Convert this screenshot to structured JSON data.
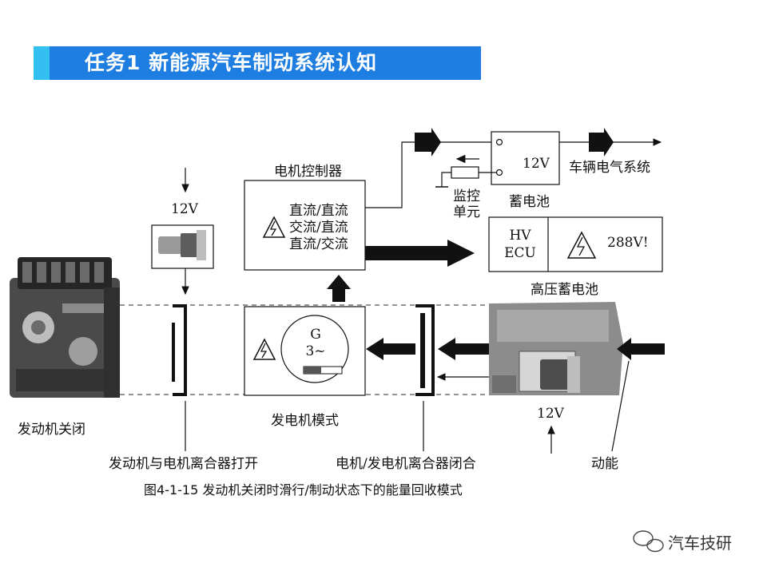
{
  "header": {
    "title": "任务1  新能源汽车制动系统认知"
  },
  "diagram": {
    "motor_controller": "电机控制器",
    "converter_lines": [
      "直流/直流",
      "交流/直流",
      "直流/交流"
    ],
    "voltage_12v": "12V",
    "battery_12v": "蓄电池",
    "vehicle_electrical": "车辆电气系统",
    "monitor_unit": [
      "监控",
      "单元"
    ],
    "hv_ecu": [
      "HV",
      "ECU"
    ],
    "hv_voltage": "288V!",
    "hv_battery": "高压蓄电池",
    "generator_label": [
      "G",
      "3~"
    ],
    "generator_mode": "发电机模式",
    "engine_off": "发动机关闭",
    "clutch_open": "发动机与电机离合器打开",
    "clutch_closed": "电机/发电机离合器闭合",
    "kinetic_energy": "动能"
  },
  "caption": "图4-1-15  发动机关闭时滑行/制动状态下的能量回收模式",
  "watermark": "汽车技研",
  "colors": {
    "title_bar": "#1e7de0",
    "title_accent": "#33c0f0"
  }
}
